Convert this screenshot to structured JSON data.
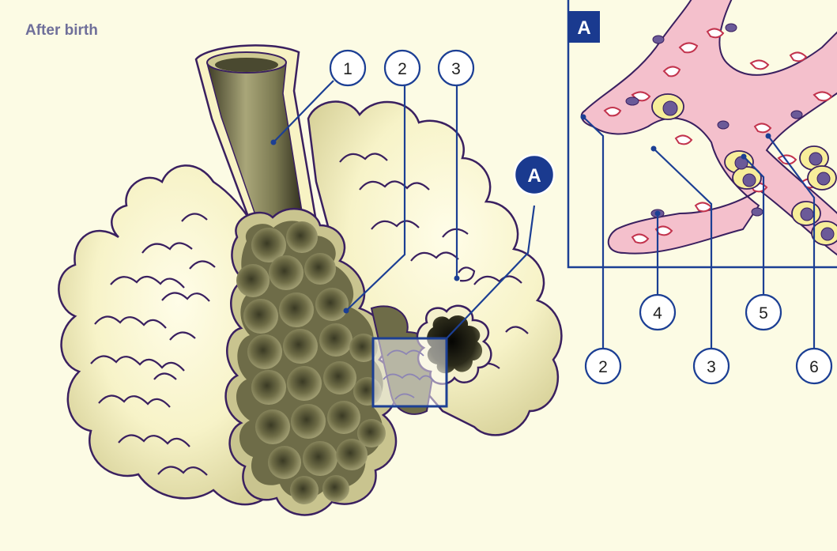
{
  "title": "After birth",
  "labels": {
    "l1": "1",
    "l2": "2",
    "l3": "3",
    "inset_a": "A",
    "marker_a": "A",
    "r2": "2",
    "r3": "3",
    "r4": "4",
    "r5": "5",
    "r6": "6"
  },
  "colors": {
    "background": "#fcfbe4",
    "outline": "#3a2060",
    "pointer": "#1c3f94",
    "tissue_light": "#f8f5cf",
    "tissue_dark": "#4b4a2f",
    "capillary": "#f4c0cc",
    "cell": "#6b5a98"
  }
}
